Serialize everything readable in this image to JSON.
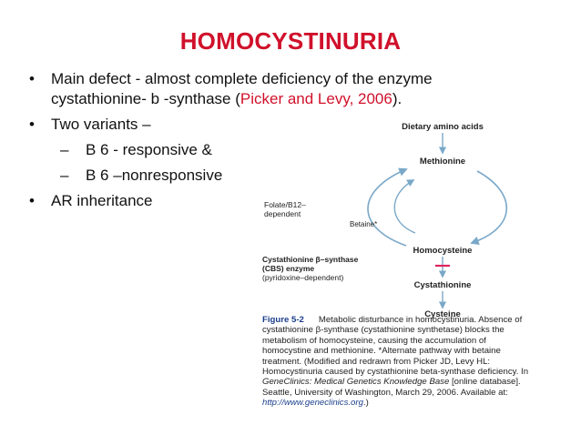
{
  "slide": {
    "title": "HOMOCYSTINURIA",
    "bullet1_prefix": "Main defect - almost complete deficiency of the enzyme cystathionine- b -synthase (",
    "bullet1_ref": "Picker and Levy, 2006",
    "bullet1_suffix": ").",
    "bullet2": "Two variants –",
    "sub1": "B 6 - responsive &",
    "sub2": "B 6 –nonresponsive",
    "bullet3": "AR inheritance",
    "dash": "–",
    "bullet_glyph": "•"
  },
  "diagram": {
    "dietary": "Dietary amino acids",
    "methionine": "Methionine",
    "folate1": "Folate/B12–",
    "folate2": "dependent",
    "betaine": "Betaine*",
    "homocysteine": "Homocysteine",
    "enzyme1": "Cystathionine β–synthase",
    "enzyme2": "(CBS) enzyme",
    "enzyme3": "(pyridoxine–dependent)",
    "cystathionine": "Cystathionine",
    "cysteine": "Cysteine",
    "line_color": "#7aa8c8",
    "block_color": "#e0245e"
  },
  "caption": {
    "figure": "Figure 5-2",
    "text": "Metabolic disturbance in homocystinuria. Absence of cystathionine β-synthase (cystathionine synthetase) blocks the metabolism of homocysteine, causing the accumulation of homocystine and methionine. *Alternate pathway with betaine treatment. (Modified and redrawn from Picker JD, Levy HL: Homocystinuria caused by cystathionine beta-synthase deficiency. In ",
    "italic1": "GeneClinics: Medical Genetics Knowledge Base",
    "text2": " [online database]. Seattle, University of Washington, March 29, 2006. Available at: ",
    "link": "http://www.geneclinics.org",
    "end": ".)"
  }
}
